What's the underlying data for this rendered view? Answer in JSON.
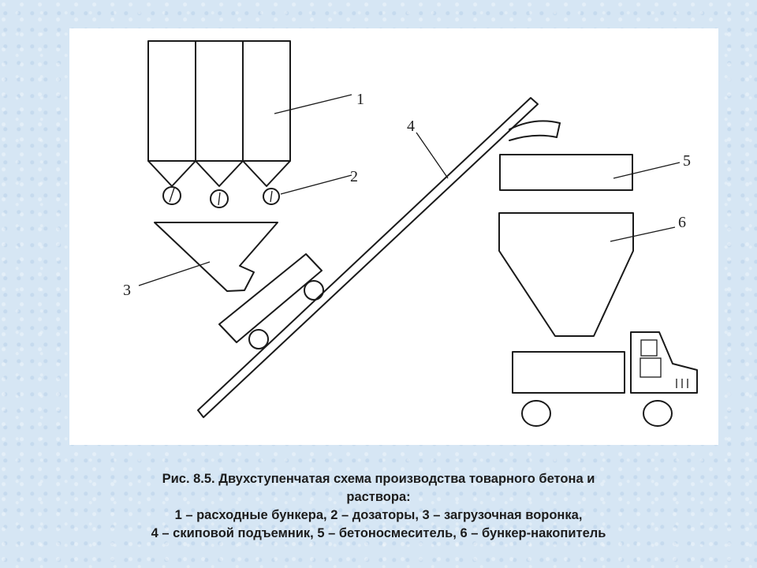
{
  "diagram": {
    "labels": {
      "bunkers": "1",
      "dosers": "2",
      "hopper": "3",
      "skip_lift": "4",
      "mixer": "5",
      "storage_bunker": "6"
    }
  },
  "caption": {
    "line1": "Рис. 8.5. Двухступенчатая схема производства товарного бетона и",
    "line2": "раствора:",
    "line3": "1 – расходные бункера, 2 – дозаторы, 3 – загрузочная воронка,",
    "line4": "4 – скиповой подъемник, 5 – бетоносмеситель, 6 – бункер-накопитель"
  }
}
